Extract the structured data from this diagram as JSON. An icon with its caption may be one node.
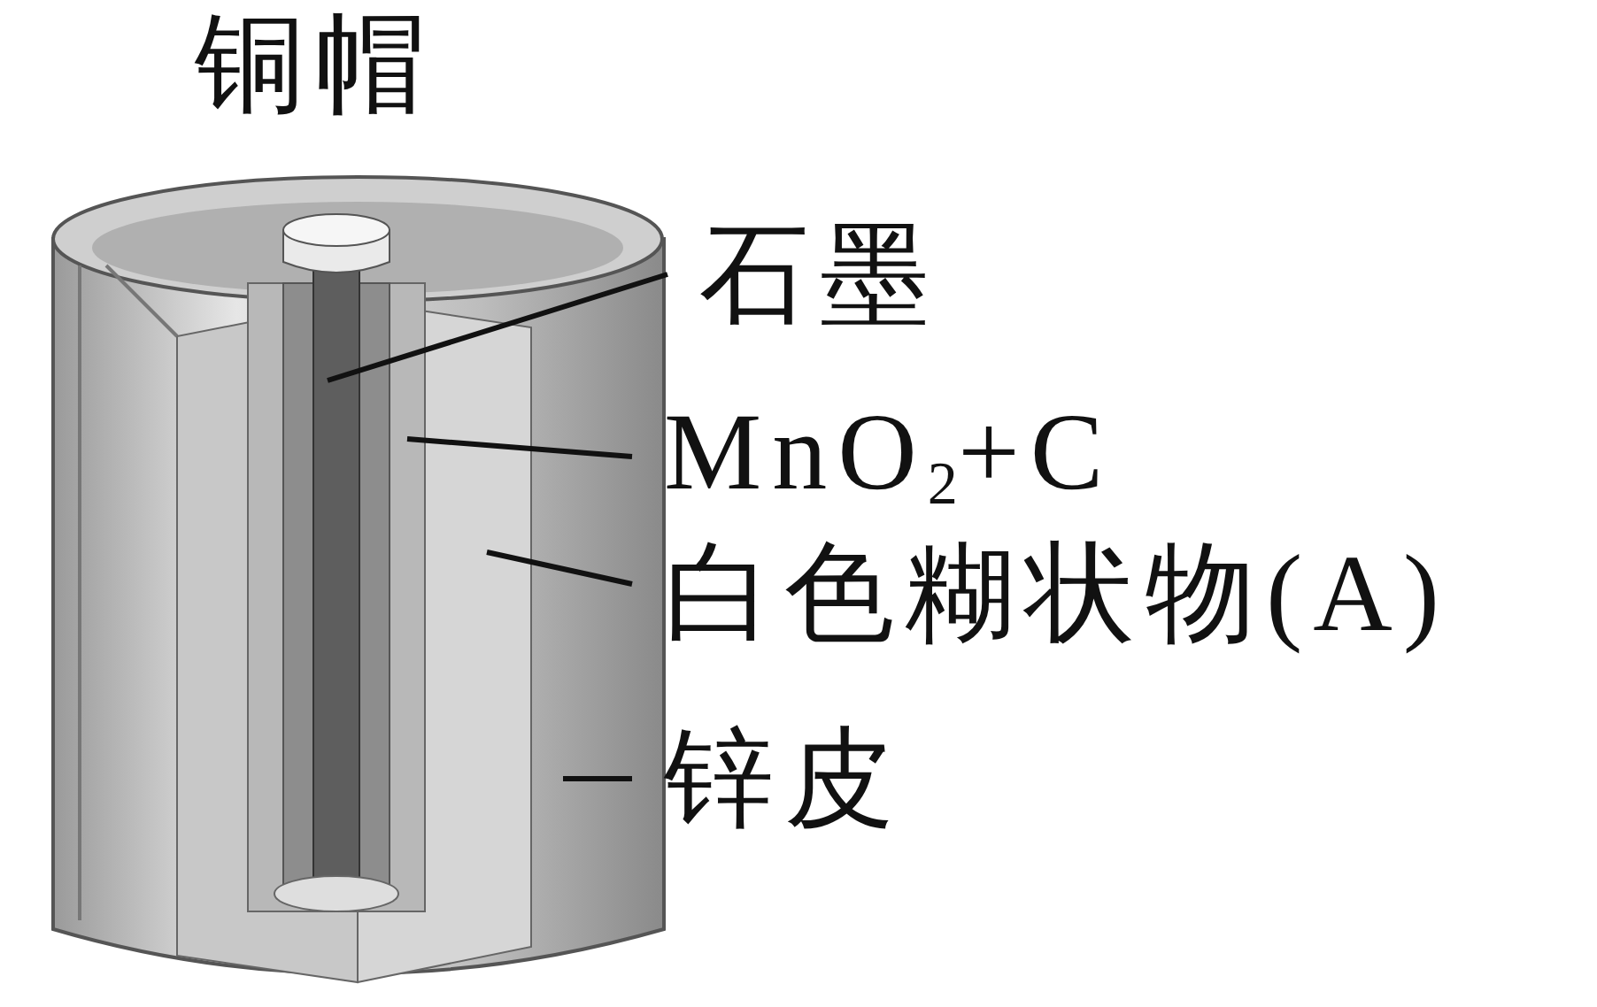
{
  "diagram": {
    "nodes": [
      {
        "text": [
          "石墨"
        ]
      },
      {
        "text": [
          "MnO$_{2}$+C"
        ]
      },
      {
        "text": [
          "白色糊状物(A)"
        ]
      },
      {
        "text": [
          "锌皮"
        ]
      }
    ],
    "edges": [
      {
        "from": 0,
        "to": null,
        "arrow": "none"
      },
      {
        "from": 1,
        "to": null,
        "arrow": "none"
      },
      {
        "from": 2,
        "to": null,
        "arrow": "none"
      },
      {
        "from": 3,
        "to": null,
        "arrow": "none"
      }
    ],
    "labels": [
      "铜帽"
    ]
  }
}
